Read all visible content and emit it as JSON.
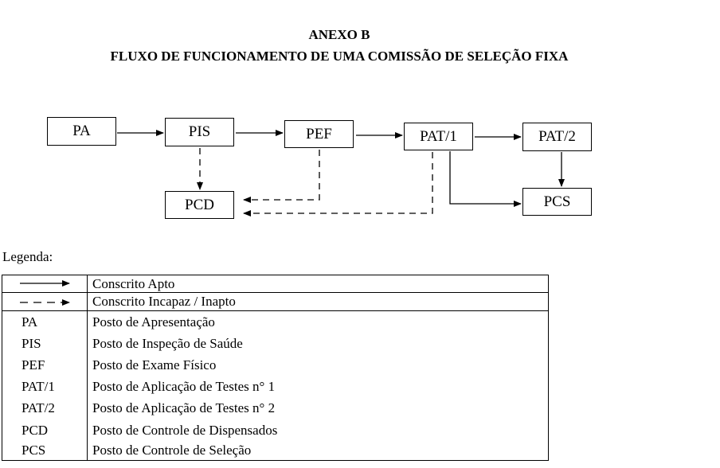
{
  "header": {
    "title": "ANEXO B",
    "subtitle": "FLUXO DE FUNCIONAMENTO DE UMA COMISSÃO DE SELEÇÃO FIXA"
  },
  "diagram": {
    "nodes": {
      "pa": "PA",
      "pis": "PIS",
      "pef": "PEF",
      "pat1": "PAT/1",
      "pat2": "PAT/2",
      "pcd": "PCD",
      "pcs": "PCS"
    },
    "edges": [
      {
        "from": "PA",
        "to": "PIS",
        "style": "solid"
      },
      {
        "from": "PIS",
        "to": "PEF",
        "style": "solid"
      },
      {
        "from": "PEF",
        "to": "PAT/1",
        "style": "solid"
      },
      {
        "from": "PAT/1",
        "to": "PAT/2",
        "style": "solid"
      },
      {
        "from": "PAT/2",
        "to": "PCS",
        "style": "solid"
      },
      {
        "from": "PAT/1",
        "to": "PCS",
        "style": "solid"
      },
      {
        "from": "PIS",
        "to": "PCD",
        "style": "dashed"
      },
      {
        "from": "PEF",
        "to": "PCD",
        "style": "dashed"
      },
      {
        "from": "PAT/1",
        "to": "PCD",
        "style": "dashed"
      }
    ]
  },
  "legend": {
    "label": "Legenda:",
    "lines": [
      {
        "style": "solid",
        "description": "Conscrito Apto"
      },
      {
        "style": "dashed",
        "description": "Conscrito Incapaz / Inapto"
      }
    ],
    "items": [
      {
        "abbr": "PA",
        "description": "Posto de Apresentação"
      },
      {
        "abbr": "PIS",
        "description": "Posto de Inspeção de Saúde"
      },
      {
        "abbr": "PEF",
        "description": "Posto de Exame Físico"
      },
      {
        "abbr": "PAT/1",
        "description": "Posto de Aplicação de Testes n° 1"
      },
      {
        "abbr": "PAT/2",
        "description": "Posto de Aplicação de Testes n° 2"
      },
      {
        "abbr": "PCD",
        "description": "Posto de Controle de Dispensados"
      },
      {
        "abbr": "PCS",
        "description": "Posto de Controle de Seleção"
      }
    ]
  }
}
